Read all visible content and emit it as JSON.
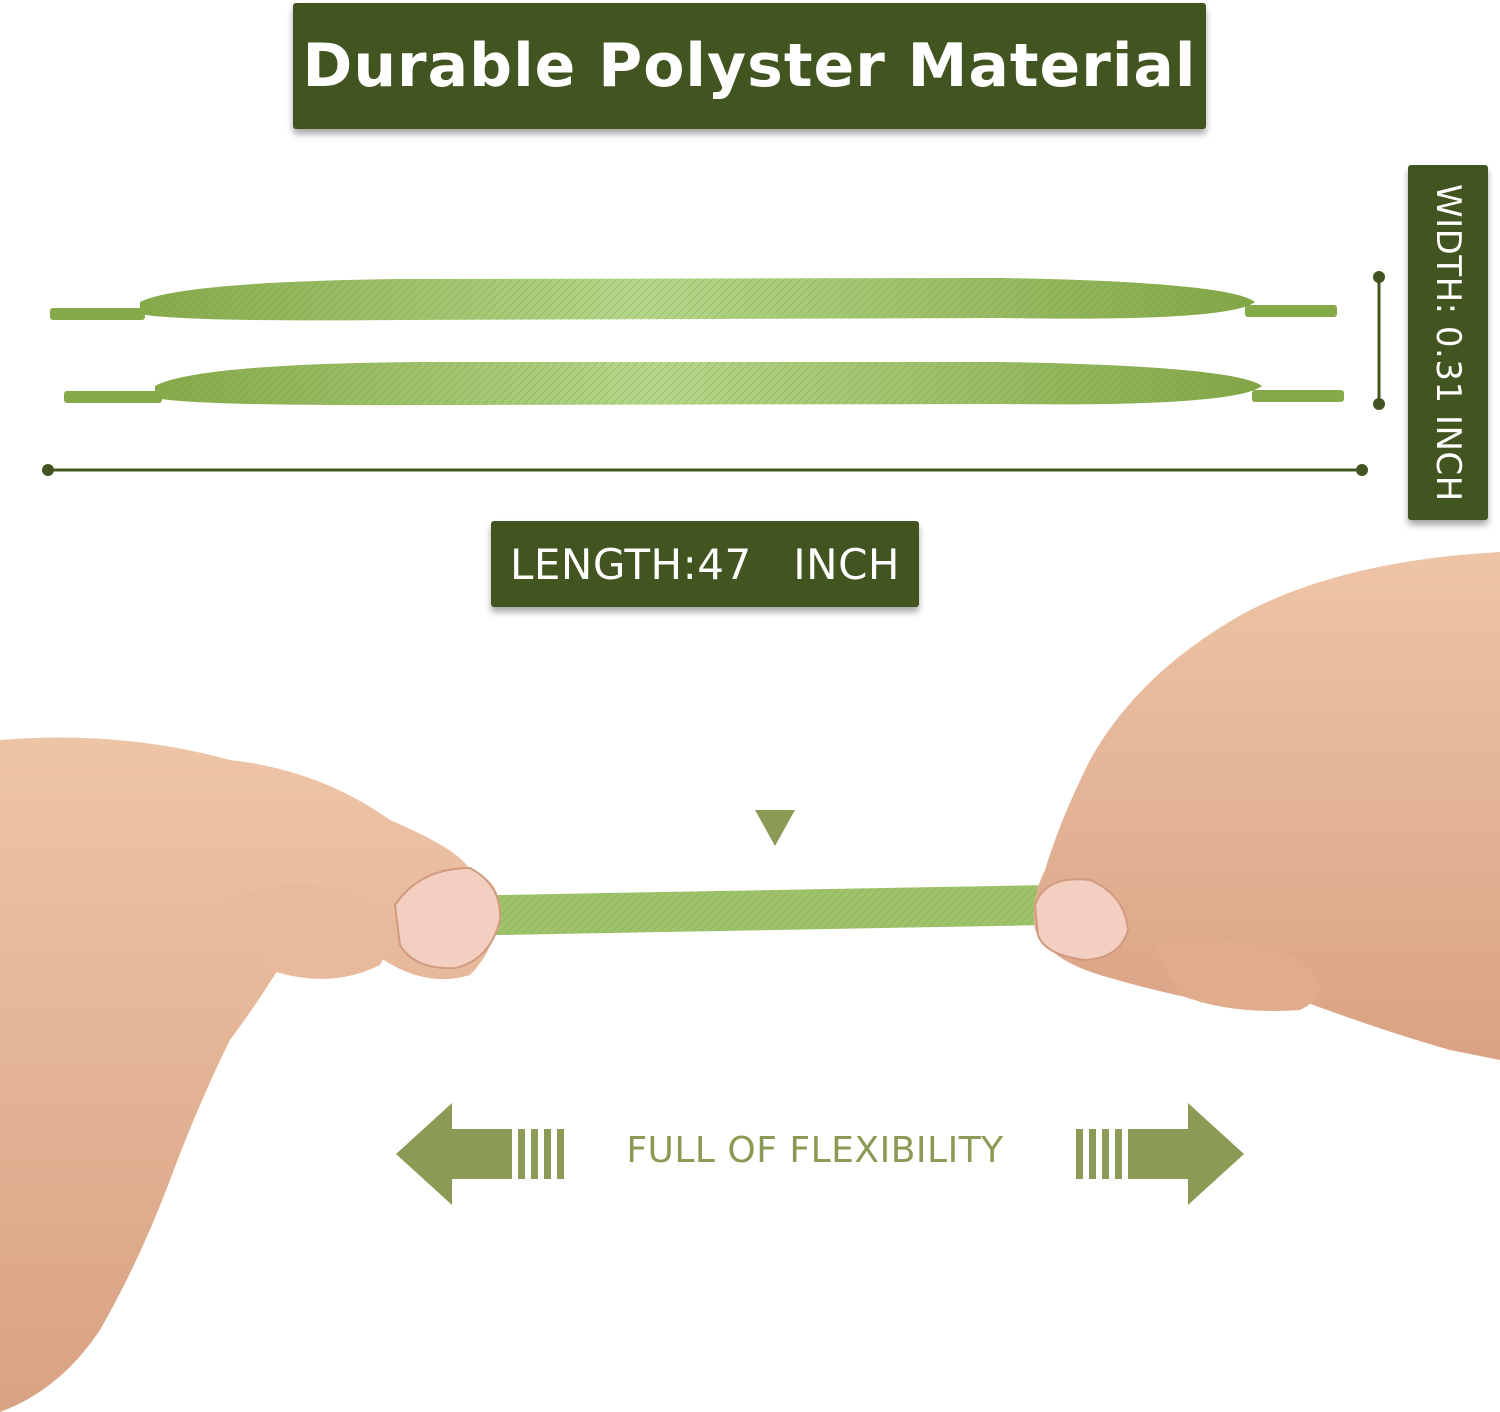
{
  "title": "Durable Polyster Material",
  "length_label": "LENGTH:47   INCH",
  "width_label": "WIDTH: 0.31 INCH",
  "flex_label": "FULL OF FLEXIBILITY",
  "colors": {
    "banner": "#42541f",
    "lace": "#8cb050",
    "lace_light": "#b6d88c",
    "arrow": "#8b9b55",
    "skin": "#e6b697"
  },
  "icons": [
    "left-arrow-icon",
    "right-arrow-icon",
    "down-triangle-icon"
  ]
}
